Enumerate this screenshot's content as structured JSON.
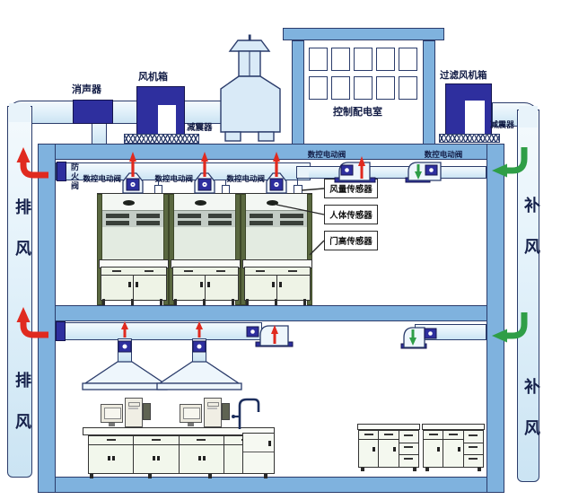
{
  "rooftop": {
    "silencer_label": "消声器",
    "fan_box_label": "风机箱",
    "damper_label_left": "减震器",
    "control_room_label": "控制配电室",
    "filter_fan_box_label": "过滤风机箱",
    "damper_label_right": "减震器"
  },
  "risers": {
    "exhaust_floor1": "排风",
    "exhaust_floor2": "排风",
    "supply_floor1": "补风",
    "supply_floor2": "补风"
  },
  "floor1": {
    "fire_damper_label": "防火阀",
    "hood_valve_labels": [
      "数控电动阀",
      "数控电动阀",
      "数控电动阀"
    ],
    "duct_valve_labels": [
      "数控电动阀",
      "数控电动阀"
    ],
    "sensor_callouts": [
      "风量传感器",
      "人体传感器",
      "门高传感器"
    ]
  },
  "colors": {
    "wall_blue": "#7fb2de",
    "duct_fill": "#e8f3fa",
    "valve_navy": "#2e2f9e",
    "exhaust_red": "#e02a1f",
    "supply_green": "#2f9e47",
    "hood_frame_olive": "#5a6840"
  }
}
